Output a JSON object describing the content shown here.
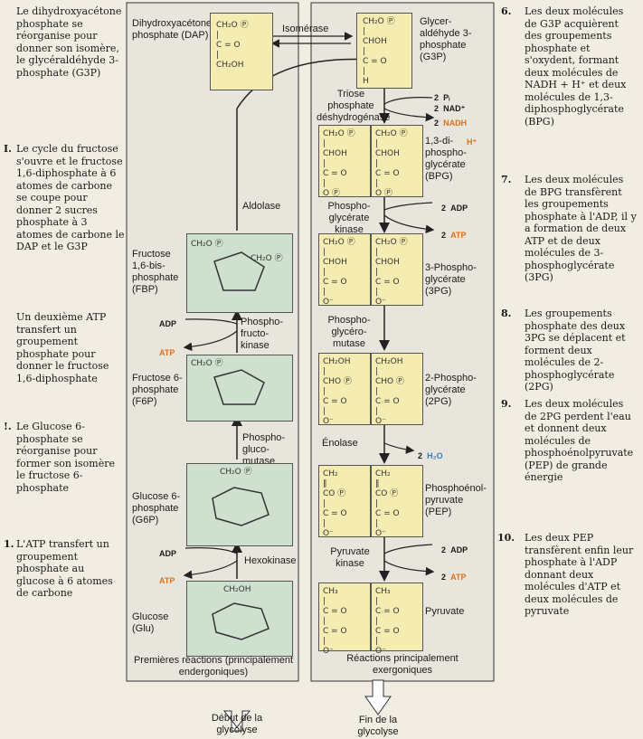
{
  "left_notes": [
    {
      "num": "",
      "text": "Le dihydroxyacétone phosphate se réorganise pour donner son isomère, le glycéraldéhyde 3-phosphate (G3P)"
    },
    {
      "num": "I.",
      "text": "Le cycle du fructose s'ouvre et le fructose 1,6-diphosphate à 6 atomes de carbone se coupe pour donner 2 sucres phosphate à 3 atomes de carbone le DAP et le G3P"
    },
    {
      "num": "",
      "text": "Un deuxième ATP transfert un groupement phosphate pour donner le fructose 1,6-diphosphate"
    },
    {
      "num": "!.",
      "text": "Le Glucose 6-phosphate se réorganise pour former son isomère le fructose 6-phosphate"
    },
    {
      "num": "1.",
      "text": "L'ATP transfert un groupement phosphate au glucose à 6 atomes de carbone"
    }
  ],
  "right_notes": [
    {
      "num": "6.",
      "text": "Les deux molécules de G3P acquièrent des groupements phosphate et s'oxydent, formant deux molécules de NADH + H⁺ et deux molécules de 1,3-diphosphoglycérate (BPG)"
    },
    {
      "num": "7.",
      "text": "Les deux molécules de BPG transfèrent les groupements phosphate à l'ADP, il y a formation de deux ATP et de deux molécules de 3-phosphoglycérate (3PG)"
    },
    {
      "num": "8.",
      "text": "Les groupements phosphate des deux 3PG se déplacent et forment deux molécules de 2-phosphoglycérate (2PG)"
    },
    {
      "num": "9.",
      "text": "Les deux molécules de 2PG perdent l'eau et donnent deux molécules de phosphoénolpyruvate (PEP) de grande énergie"
    },
    {
      "num": "10.",
      "text": "Les deux PEP transfèrent enfin leur phosphate à l'ADP donnant deux molécules d'ATP et deux molécules de pyruvate"
    }
  ],
  "left_panel": {
    "dap": "Dihydroxyacétone phosphate (DAP)",
    "isomerase": "Isomérase",
    "aldolase": "Aldolase",
    "fbp": "Fructose 1,6-bis-phosphate (FBP)",
    "pfk": "Phospho-fructo-kinase",
    "f6p": "Fructose 6-phosphate (F6P)",
    "pgm": "Phospho-gluco-mutase",
    "g6p": "Glucose 6-phosphate (G6P)",
    "hexokinase": "Hexokinase",
    "glu": "Glucose (Glu)",
    "footer": "Premières réactions (principalement endergoniques)",
    "start": "Début de la glycolyse"
  },
  "right_panel": {
    "g3p": "Glycer-aldéhyde 3-phosphate (G3P)",
    "tpd": "Triose phosphate déshydrogénase",
    "bpg": "1,3-di-phospho-glycérate (BPG)",
    "pgk": "Phospho-glycérate kinase",
    "pg3": "3-Phospho-glycérate (3PG)",
    "pgmut": "Phospho-glycéro-mutase",
    "pg2": "2-Phospho-glycérate (2PG)",
    "enolase": "Énolase",
    "pep": "Phosphoénol-pyruvate (PEP)",
    "pk": "Pyruvate kinase",
    "pyr": "Pyruvate",
    "footer": "Réactions principalement exergoniques",
    "end": "Fin de la glycolyse"
  },
  "cofactors": {
    "two": "2",
    "pi": "Pᵢ",
    "nad": "NAD⁺",
    "nadh": "NADH",
    "h": "H⁺",
    "adp": "ADP",
    "atp": "ATP",
    "h2o": "H₂O"
  },
  "formulas": {
    "dap": [
      "CH₂O Ⓟ",
      "|",
      "C = O",
      "|",
      "CH₂OH"
    ],
    "g3p": [
      "CH₂O Ⓟ",
      "|",
      "CHOH",
      "|",
      "C = O",
      "|",
      "H"
    ],
    "bpg": [
      "CH₂O Ⓟ",
      "|",
      "CHOH",
      "|",
      "C = O",
      "|",
      "O Ⓟ"
    ],
    "pg3": [
      "CH₂O Ⓟ",
      "|",
      "CHOH",
      "|",
      "C = O",
      "|",
      "O⁻"
    ],
    "pg2": [
      "CH₂OH",
      "|",
      "CHO Ⓟ",
      "|",
      "C = O",
      "|",
      "O⁻"
    ],
    "pep": [
      "CH₂",
      "‖",
      "CO Ⓟ",
      "|",
      "C = O",
      "|",
      "O⁻"
    ],
    "pyr": [
      "CH₃",
      "|",
      "C = O",
      "|",
      "C = O",
      "|",
      "O⁻"
    ],
    "ring_top_left": "CH₂O Ⓟ",
    "ring_top_right": "CH₂O Ⓟ",
    "glu_top": "CH₂OH"
  },
  "colors": {
    "box_yellow": "#f4ecb0",
    "box_green": "#cfe0cf",
    "panel": "#e8e6dc",
    "atp_orange": "#e0701a",
    "h2o_blue": "#3a7ac0"
  }
}
